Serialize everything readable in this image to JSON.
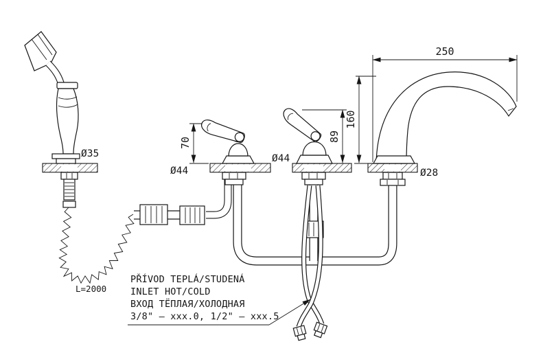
{
  "drawing": {
    "dimensions": {
      "spout_reach": "250",
      "spout_height": "160",
      "left_valve_height": "70",
      "right_valve_height": "89",
      "handshower_base_diameter": "Ø35",
      "left_valve_base_diameter": "Ø44",
      "right_valve_base_diameter": "Ø44",
      "spout_base_diameter": "Ø28",
      "shower_hose_length": "L=2000"
    },
    "notes": {
      "czech": "PŘÍVOD TEPLÁ/STUDENÁ",
      "english": "INLET HOT/COLD",
      "russian": "ВХОД ТЁПЛАЯ/ХОЛОДНАЯ",
      "spec": "3/8\" – xxx.0, 1/2\" – xxx.5"
    },
    "colors": {
      "ink": "#161616",
      "paper": "#ffffff"
    }
  }
}
